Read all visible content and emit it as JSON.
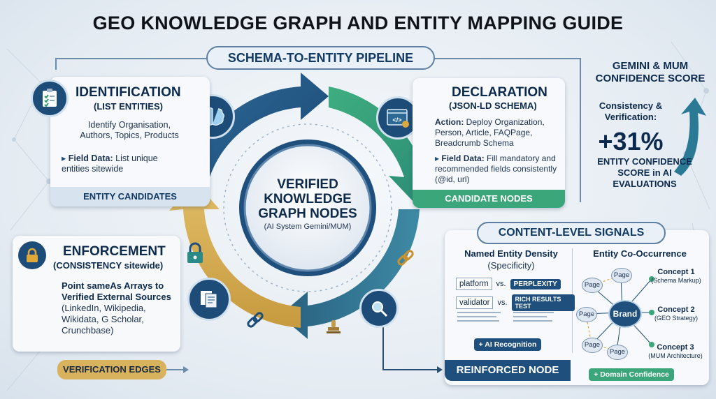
{
  "title": "GEO KNOWLEDGE GRAPH AND ENTITY MAPPING GUIDE",
  "pipeline_label": "SCHEMA-TO-ENTITY PIPELINE",
  "identification": {
    "heading": "IDENTIFICATION",
    "subheading": "(LIST ENTITIES)",
    "body": "Identify Organisation, Authors, Topics, Products",
    "field_label": "Field Data:",
    "field_text": "List unique entities sitewide",
    "band": "ENTITY CANDIDATES"
  },
  "declaration": {
    "heading": "DECLARATION",
    "subheading": "(JSON-LD SCHEMA)",
    "action_label": "Action:",
    "action_text": "Deploy Organization, Person, Article, FAQPage, Breadcrumb Schema",
    "field_label": "Field Data:",
    "field_text": "Fill mandatory and recommended fields consistently (@id, url)",
    "band": "CANDIDATE NODES"
  },
  "center": {
    "line1": "VERIFIED",
    "line2": "KNOWLEDGE",
    "line3": "GRAPH NODES",
    "sub": "(AI System Gemini/MUM)"
  },
  "enforcement": {
    "heading": "ENFORCEMENT",
    "subheading": "(CONSISTENCY sitewide)",
    "body_bold": "Point sameAs Arrays to Verified External Sources",
    "body_rest": "(LinkedIn, Wikipedia, Wikidata, G Scholar, Crunchbase)",
    "band": "VERIFICATION EDGES"
  },
  "score": {
    "heading": "GEMINI & MUM CONFIDENCE SCORE",
    "sub": "Consistency & Verification:",
    "value": "+31%",
    "caption": "ENTITY CONFIDENCE SCORE in AI EVALUATIONS"
  },
  "signals": {
    "heading": "CONTENT-LEVEL SIGNALS",
    "ned_heading": "Named Entity Density",
    "ned_sub": "(Specificity)",
    "row1_term": "platform",
    "row1_vs": "vs.",
    "row1_chip": "PERPLEXITY",
    "row2_term": "validator",
    "row2_vs": "vs.",
    "row2_chip": "RICH RESULTS TEST",
    "ai_badge": "+ AI Recognition",
    "co_heading": "Entity Co-Occurrence",
    "brand": "Brand",
    "page": "Page",
    "concept1": "Concept 1",
    "concept1_sub": "(Schema Markup)",
    "concept2": "Concept 2",
    "concept2_sub": "(GEO Strategy)",
    "concept3": "Concept 3",
    "concept3_sub": "(MUM Architecture)",
    "domain_badge": "+ Domain Confidence",
    "band": "REINFORCED NODE"
  },
  "colors": {
    "navy": "#1d4f7c",
    "teal_green": "#3aa67a",
    "gold": "#d4ad55",
    "dark_teal": "#1f5f7e"
  }
}
